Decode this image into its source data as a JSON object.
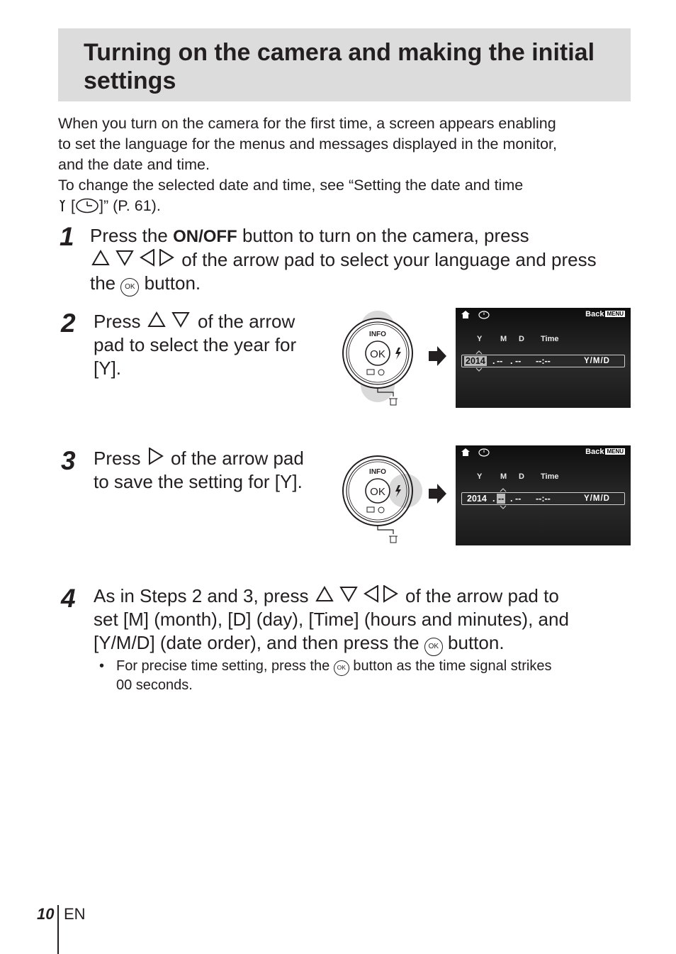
{
  "header": {
    "title": "Turning on the camera and making the initial settings"
  },
  "intro": {
    "line1": "When you turn on the camera for the first time, a screen appears enabling",
    "line2": "to set the language for the menus and messages displayed in the monitor,",
    "line3": "and the date and time.",
    "line4": "To change the selected date and time, see “Setting the date and time",
    "line5_pre": "[",
    "line5_post": "]” (P. 61)."
  },
  "steps": [
    {
      "number": "1",
      "pre": "Press the",
      "button_name": "ON/OFF",
      "mid": "button to turn on the camera, press",
      "line2": "of the arrow pad to select your language and press",
      "line3_pre": "the",
      "ok_label": "OK",
      "line3_post": "button."
    },
    {
      "number": "2",
      "pre": "Press",
      "post": "of the arrow",
      "line2": "pad to select the year for",
      "line3": "[Y]."
    },
    {
      "number": "3",
      "pre": "Press",
      "post": "of the arrow pad",
      "line2": "to save the setting for [Y]."
    },
    {
      "number": "4",
      "pre": "As in Steps 2 and 3, press",
      "post": "of the arrow pad to",
      "line2": "set [M] (month), [D] (day), [Time] (hours and minutes), and",
      "line3_pre": "[Y/M/D] (date order), and then press the",
      "ok_label": "OK",
      "line3_post": "button.",
      "bullet_pre": "For precise time setting, press the",
      "bullet_post": "button as the time signal strikes",
      "bullet_line2": "00 seconds."
    }
  ],
  "dial": {
    "info_label": "INFO",
    "ok_label": "OK"
  },
  "lcd_screens": [
    {
      "back_label": "Back",
      "menu_label": "MENU",
      "col_y": "Y",
      "col_m": "M",
      "col_d": "D",
      "col_time": "Time",
      "year": "2014",
      "month": "--",
      "day": "--",
      "time": "--:--",
      "order": "Y/M/D",
      "selected": "year"
    },
    {
      "back_label": "Back",
      "menu_label": "MENU",
      "col_y": "Y",
      "col_m": "M",
      "col_d": "D",
      "col_time": "Time",
      "year": "2014",
      "month": "--",
      "day": "--",
      "time": "--:--",
      "order": "Y/M/D",
      "selected": "month"
    }
  ],
  "footer": {
    "page_number": "10",
    "language": "EN"
  }
}
